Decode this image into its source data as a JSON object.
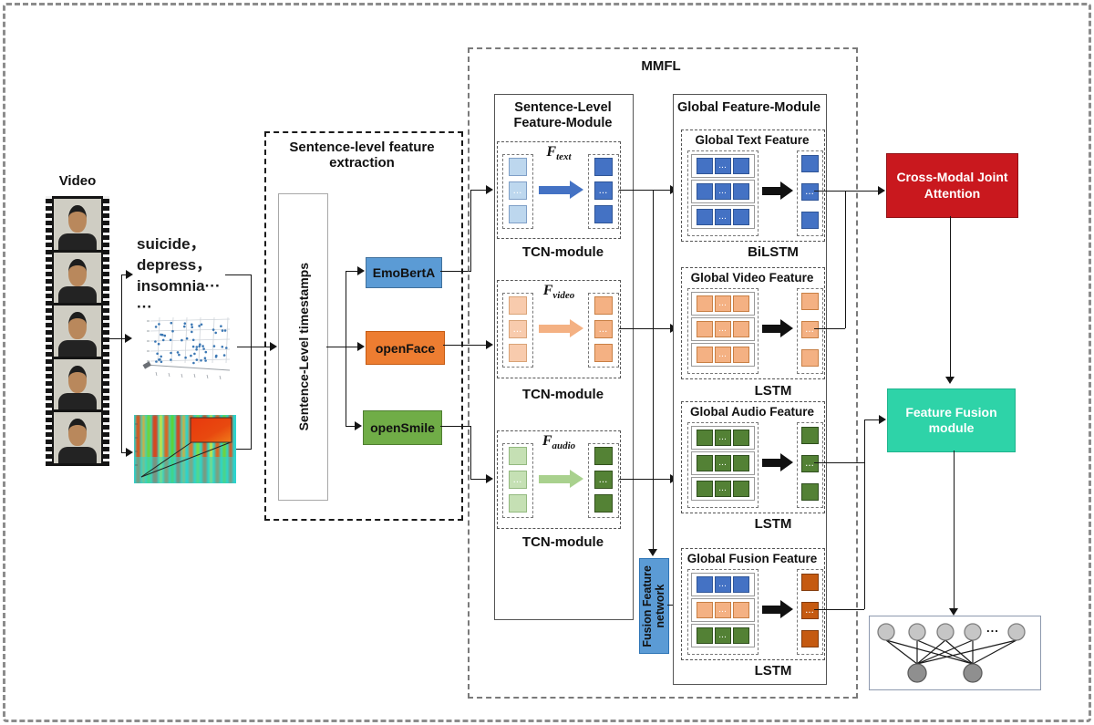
{
  "ui": {
    "ellipsis": "...",
    "nn_ellipsis": "..."
  },
  "left_panel": {
    "video_label": "Video",
    "keywords": {
      "line1": "suicide，",
      "line2": "depress，",
      "line3": "insomnia···",
      "line4": "···"
    },
    "scatter_icon": "3d-scatter-plot-thumbnail",
    "spectrogram_icon": "audio-spectrogram-thumbnail"
  },
  "extraction": {
    "title": "Sentence-level feature extraction",
    "timestamps_label": "Sentence-Level timestamps",
    "tools": [
      {
        "label": "EmoBertA",
        "color": "#5b9bd5"
      },
      {
        "label": "openFace",
        "color": "#ed7d31"
      },
      {
        "label": "openSmile",
        "color": "#70ad47"
      }
    ]
  },
  "mmfl": {
    "label": "MMFL",
    "sentence_module": {
      "title": "Sentence-Level Feature-Module",
      "blocks": [
        {
          "f": "F",
          "sub": "text",
          "tag": "TCN-module",
          "arrow_color": "#4472c4",
          "left_sq": "#bdd7ee",
          "right_sq": "#4472c4"
        },
        {
          "f": "F",
          "sub": "video",
          "tag": "TCN-module",
          "arrow_color": "#f4b183",
          "left_sq": "#f8cbad",
          "right_sq": "#f4b183"
        },
        {
          "f": "F",
          "sub": "audio",
          "tag": "TCN-module",
          "arrow_color": "#a9d18e",
          "left_sq": "#c5e0b4",
          "right_sq": "#548235"
        }
      ]
    },
    "global_module": {
      "title": "Global Feature-Module",
      "blocks": [
        {
          "title": "Global Text Feature",
          "tag": "BiLSTM",
          "sq": "#4472c4",
          "out_sq": "#4472c4"
        },
        {
          "title": "Global Video Feature",
          "tag": "LSTM",
          "sq": "#f4b183",
          "out_sq": "#f4b183"
        },
        {
          "title": "Global Audio Feature",
          "tag": "LSTM",
          "sq": "#538135",
          "out_sq": "#538135"
        },
        {
          "title": "Global Fusion Feature",
          "tag": "LSTM",
          "sq": "mixed",
          "out_sq": "#c55a11"
        }
      ]
    },
    "fusion_network": {
      "label_line1": "Fusion Feature",
      "label_line2": "network",
      "color": "#5b9bd5"
    }
  },
  "outputs": {
    "cross_modal": {
      "label": "Cross-Modal Joint Attention",
      "color": "#c9181e"
    },
    "feature_fusion": {
      "label": "Feature Fusion module",
      "color": "#2ed3a8"
    },
    "classifier_icon": "neural-network-diagram"
  }
}
